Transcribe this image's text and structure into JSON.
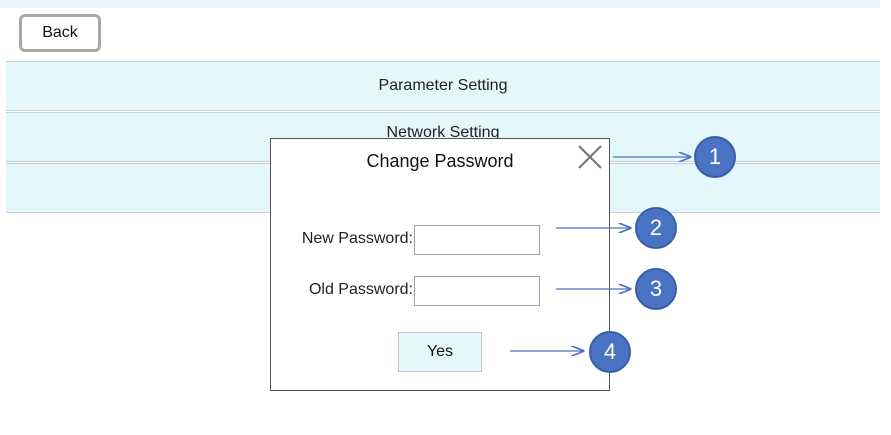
{
  "toolbar": {
    "back_label": "Back"
  },
  "menu": {
    "items": [
      {
        "label": "Parameter Setting"
      },
      {
        "label": "Network Setting"
      },
      {
        "label": ""
      }
    ]
  },
  "dialog": {
    "title": "Change Password",
    "close_icon": "close-icon",
    "new_password_label": "New Password:",
    "new_password_value": "",
    "old_password_label": "Old Password:",
    "old_password_value": "",
    "yes_label": "Yes"
  },
  "callouts": [
    "1",
    "2",
    "3",
    "4"
  ],
  "colors": {
    "callout": "#4a73c4",
    "row_bg": "#e4f7fb",
    "arrow": "#4a73c4"
  }
}
